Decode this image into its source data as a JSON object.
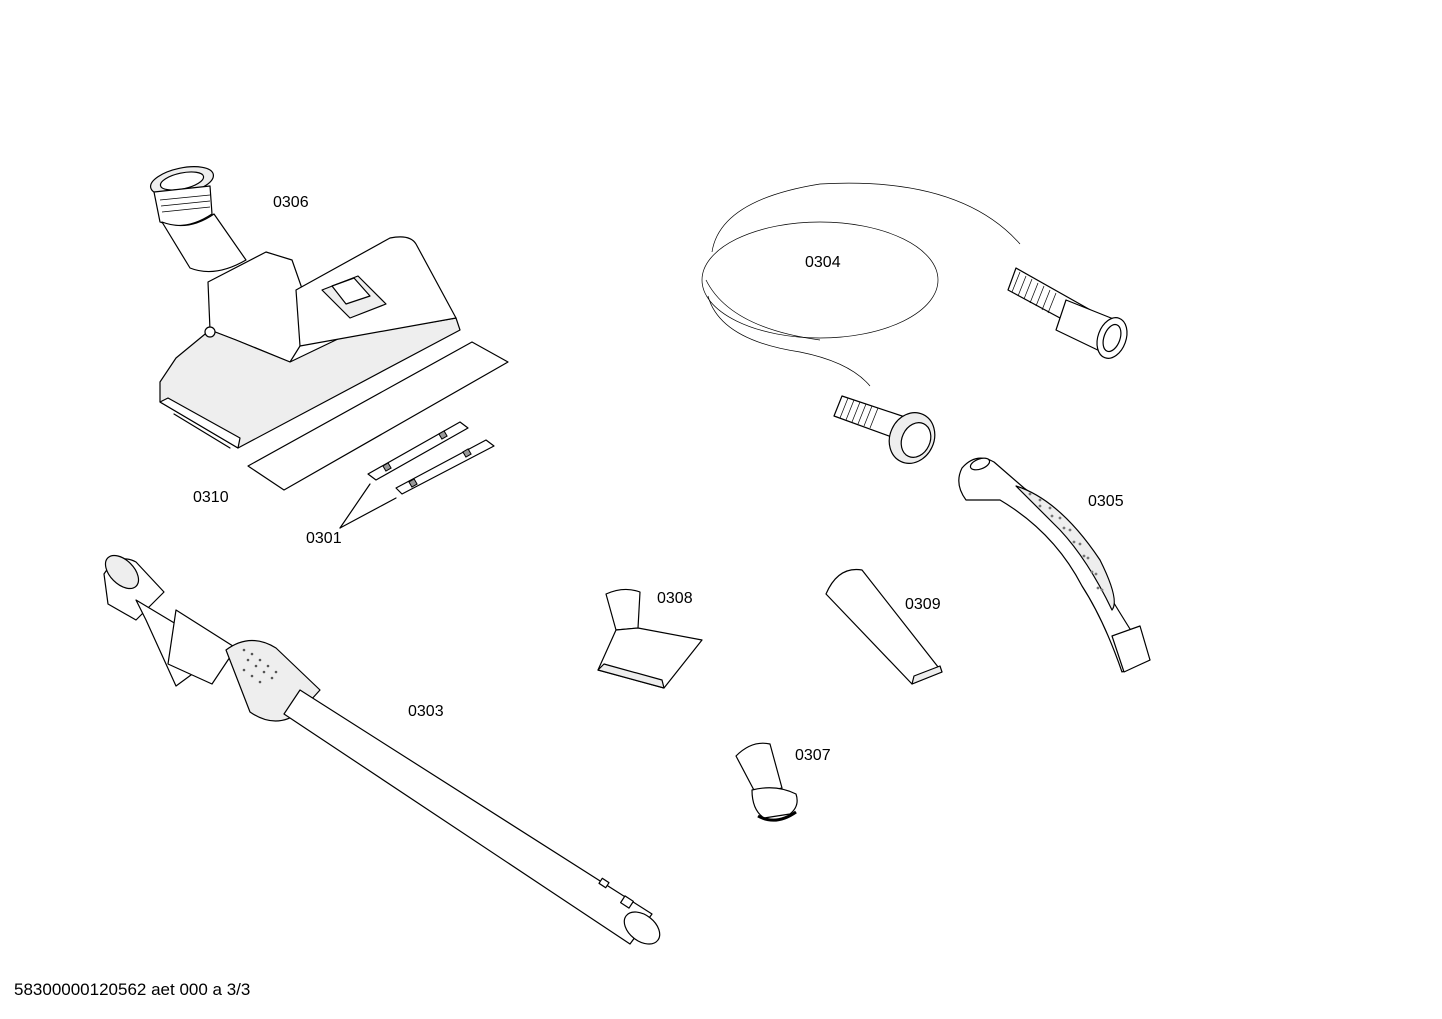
{
  "drawing": {
    "parts": [
      {
        "id": "0306",
        "name": "floor nozzle"
      },
      {
        "id": "0310",
        "name": "strip"
      },
      {
        "id": "0301",
        "name": "brush strips"
      },
      {
        "id": "0304",
        "name": "suction hose"
      },
      {
        "id": "0305",
        "name": "handle"
      },
      {
        "id": "0308",
        "name": "upholstery nozzle"
      },
      {
        "id": "0309",
        "name": "crevice nozzle"
      },
      {
        "id": "0303",
        "name": "telescopic tube"
      },
      {
        "id": "0307",
        "name": "brush nozzle"
      }
    ]
  },
  "footer": {
    "doc_id": "58300000120562 aet 000 a 3/3"
  }
}
